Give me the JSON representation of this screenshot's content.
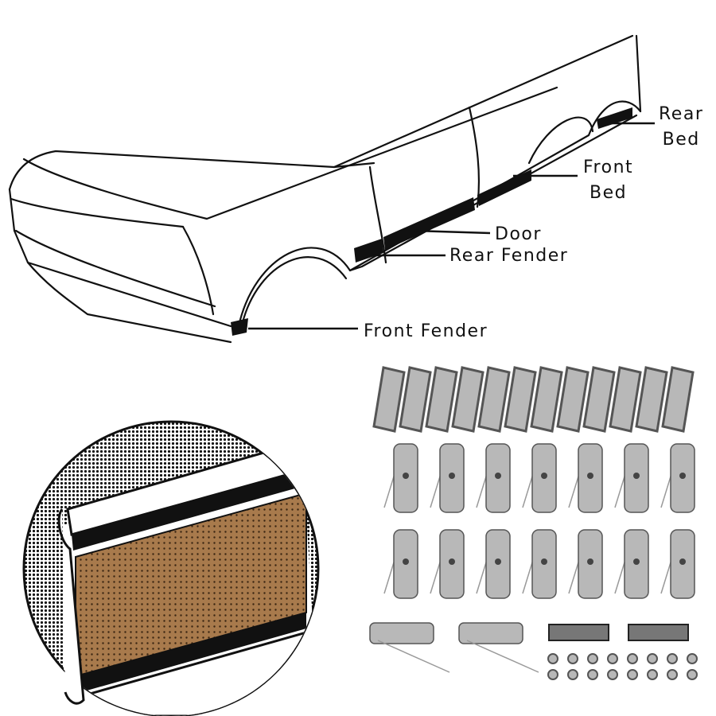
{
  "labels": {
    "rear_bed": [
      "Rear",
      "Bed"
    ],
    "front_bed": [
      "Front",
      "Bed"
    ],
    "door": "Door",
    "rear_fender": "Rear Fender",
    "front_fender": "Front Fender"
  },
  "colors": {
    "line": "#111111",
    "wood": "#a87a4c",
    "metal": "#b8b8b8",
    "metal_dark": "#555555"
  },
  "parts": {
    "long_clips_count": 12,
    "retainer_rows": 2,
    "retainers_per_row": 7,
    "short_clips_count": 2,
    "end_clips_count": 2,
    "nuts_count": 16
  }
}
